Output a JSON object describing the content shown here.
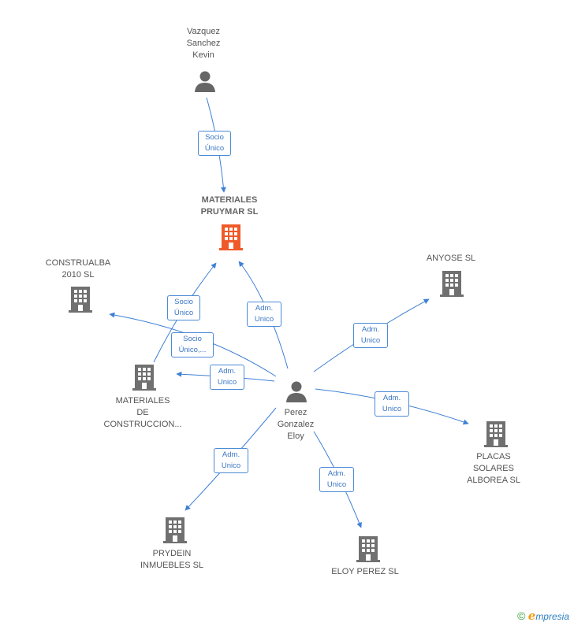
{
  "colors": {
    "edge": "#3f80d6",
    "person_icon": "#666666",
    "building_icon": "#707070",
    "center_building": "#f05a28"
  },
  "nodes": {
    "vazquez": {
      "label": "Vazquez\nSanchez\nKevin",
      "icon": "person-icon"
    },
    "materiales_pruymar": {
      "label": "MATERIALES\nPRUYMAR SL",
      "icon": "building-icon"
    },
    "construalba": {
      "label": "CONSTRUALBA\n2010 SL",
      "icon": "building-icon"
    },
    "anyose": {
      "label": "ANYOSE  SL",
      "icon": "building-icon"
    },
    "materiales_construccion": {
      "label": "MATERIALES\nDE\nCONSTRUCCION...",
      "icon": "building-icon"
    },
    "perez": {
      "label": "Perez\nGonzalez\nEloy",
      "icon": "person-icon"
    },
    "placas": {
      "label": "PLACAS\nSOLARES\nALBOREA SL",
      "icon": "building-icon"
    },
    "prydein": {
      "label": "PRYDEIN\nINMUEBLES SL",
      "icon": "building-icon"
    },
    "eloy_perez": {
      "label": "ELOY PEREZ SL",
      "icon": "building-icon"
    }
  },
  "edges": {
    "vazquez_pruymar": "Socio\nÚnico",
    "matcons_pruymar": "Socio\nÚnico",
    "perez_pruymar": "Adm.\nUnico",
    "perez_construalba": "Socio\nÚnico,...",
    "perez_matcons": "Adm.\nUnico",
    "perez_anyose": "Adm.\nUnico",
    "perez_placas": "Adm.\nUnico",
    "perez_prydein": "Adm.\nUnico",
    "perez_eloy": "Adm.\nUnico"
  },
  "footer": {
    "copyright": "©",
    "brand_initial": "e",
    "brand_rest": "mpresia"
  }
}
